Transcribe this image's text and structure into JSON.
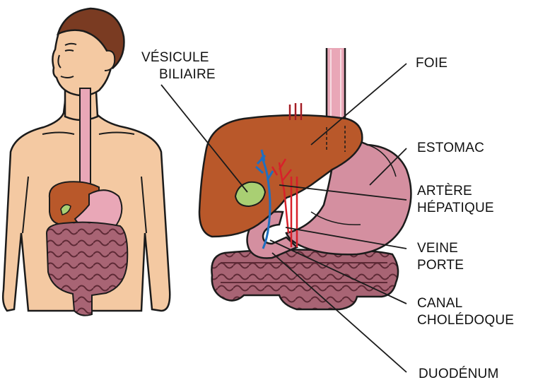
{
  "labels": {
    "vesicule": [
      "VÉSICULE",
      "BILIAIRE"
    ],
    "foie": "FOIE",
    "estomac": "ESTOMAC",
    "artere": [
      "ARTÈRE",
      "HÉPATIQUE"
    ],
    "veine": [
      "VEINE",
      "PORTE"
    ],
    "canal": [
      "CANAL",
      "CHOLÉDOQUE"
    ],
    "duodenum": "DUODÉNUM"
  },
  "colors": {
    "skin": "#f4c9a2",
    "hair": "#7a3b22",
    "liver": "#b9582a",
    "stomach": "#d48fa0",
    "intestine": "#a05a6a",
    "gallbladder": "#a9cf73",
    "vein": "#1f6fc0",
    "artery": "#d8202a",
    "esophagus": "#e9a7b7"
  }
}
